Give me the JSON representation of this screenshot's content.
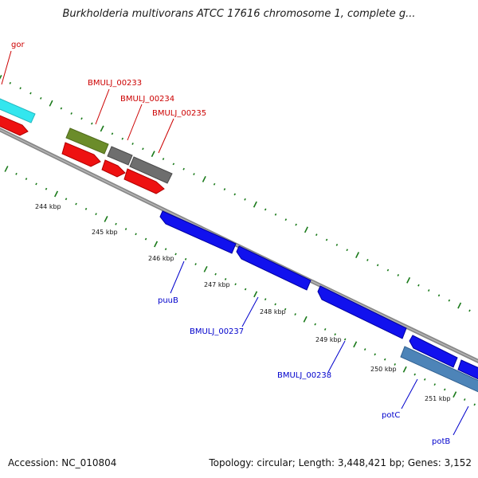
{
  "title": "Burkholderia multivorans ATCC 17616 chromosome 1, complete g...",
  "footer": {
    "accession_label": "Accession: NC_010804",
    "summary": "Topology: circular; Length: 3,448,421 bp; Genes: 3,152"
  },
  "colors": {
    "forward_label": "#cc0000",
    "reverse_label": "#0000cc",
    "cyan_feature": "#33e6ee",
    "olive_feature": "#6b8c2a",
    "gray_feature": "#6e6e6e",
    "red_feature": "#ee1111",
    "blue_feature": "#1111ee",
    "steel_feature": "#4d84b8",
    "backbone": "#888888",
    "ticks": "#1a7a1a"
  },
  "genes_top": [
    {
      "label": "gor"
    },
    {
      "label": "BMULJ_00233"
    },
    {
      "label": "BMULJ_00234"
    },
    {
      "label": "BMULJ_00235"
    }
  ],
  "genes_bottom": [
    {
      "label": "puuB"
    },
    {
      "label": "BMULJ_00237"
    },
    {
      "label": "BMULJ_00238"
    },
    {
      "label": "potC"
    },
    {
      "label": "potB"
    }
  ],
  "kbp_ticks": [
    "244 kbp",
    "245 kbp",
    "246 kbp",
    "247 kbp",
    "248 kbp",
    "249 kbp",
    "250 kbp",
    "251 kbp"
  ]
}
